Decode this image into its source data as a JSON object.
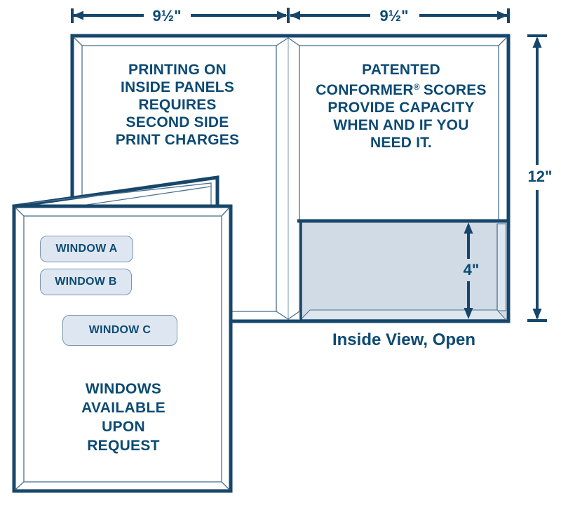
{
  "colors": {
    "ink": "#0C4A73",
    "stroke": "#17466B",
    "bevel": "#4A7090",
    "bevel_light": "#A6B9CB",
    "pocket": "#D1DBE6",
    "pocket_light": "#DEE6EE",
    "window_fill": "#DEE7F1",
    "window_stroke": "#7C94AD"
  },
  "dimensions": {
    "left_panel_width": "9½\"",
    "right_panel_width": "9½\"",
    "height": "12\"",
    "pocket_depth": "4\""
  },
  "open_folder": {
    "left_panel": {
      "lines": [
        "PRINTING ON",
        "INSIDE PANELS",
        "REQUIRES",
        "SECOND SIDE",
        "PRINT CHARGES"
      ]
    },
    "right_panel": {
      "lines": [
        "PATENTED",
        "PROVIDE CAPACITY",
        "WHEN AND IF YOU",
        "NEED IT."
      ],
      "brand": "CONFORMER",
      "registered_mark": "®",
      "brand_suffix": "SCORES"
    },
    "caption": "Inside View, Open"
  },
  "closed_folder": {
    "windows": [
      "WINDOW A",
      "WINDOW B",
      "WINDOW C"
    ],
    "note_lines": [
      "WINDOWS",
      "AVAILABLE",
      "UPON",
      "REQUEST"
    ]
  }
}
